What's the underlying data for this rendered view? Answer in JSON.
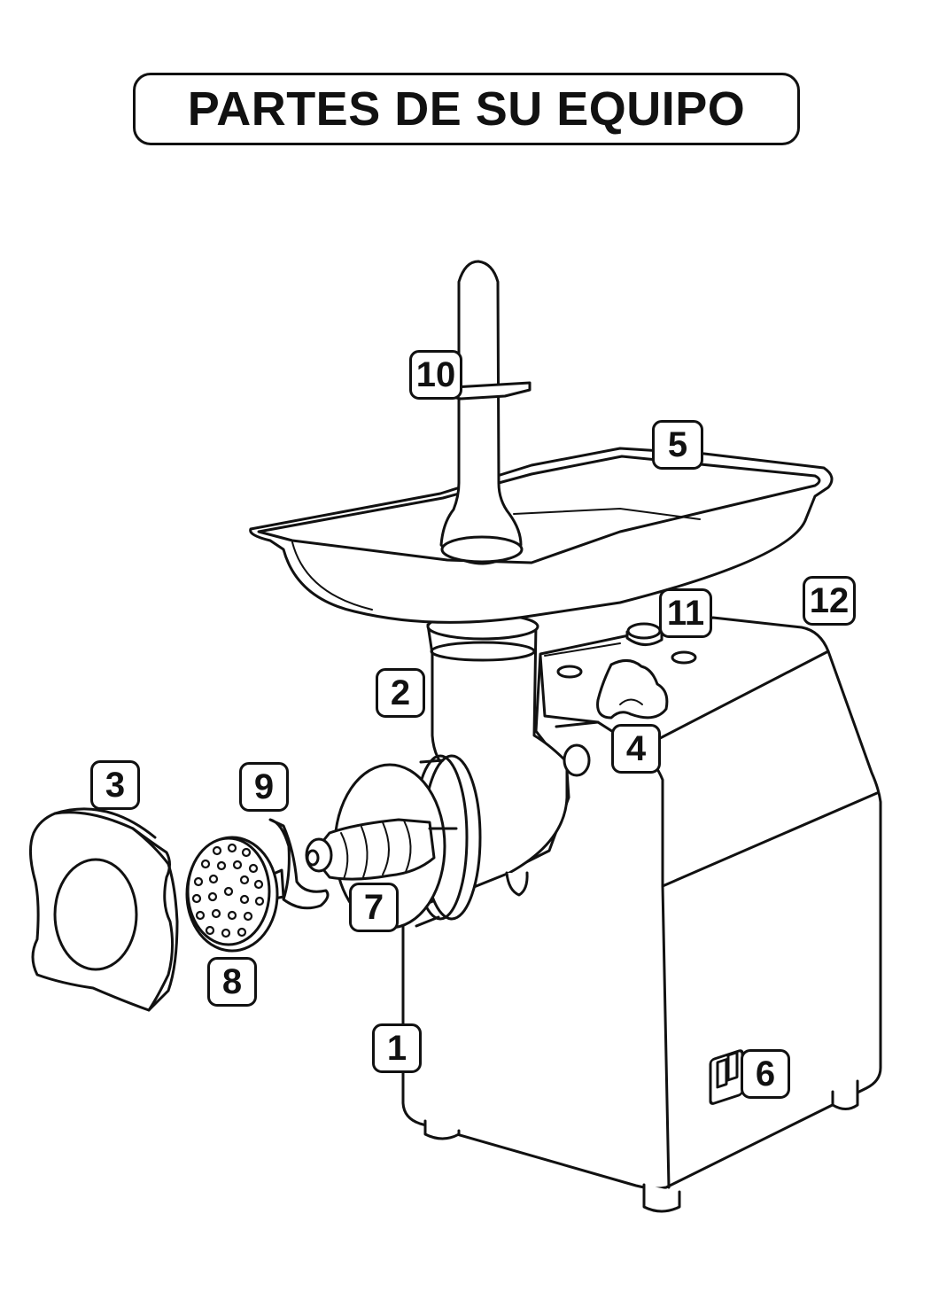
{
  "title": "PARTES DE SU EQUIPO",
  "labels": {
    "n1": "1",
    "n2": "2",
    "n3": "3",
    "n4": "4",
    "n5": "5",
    "n6": "6",
    "n7": "7",
    "n8": "8",
    "n9": "9",
    "n10": "10",
    "n11": "11",
    "n12": "12"
  }
}
